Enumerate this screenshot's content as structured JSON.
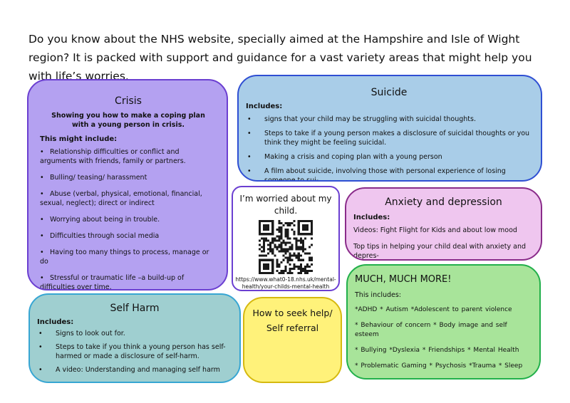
{
  "intro": "Do you know about the NHS website, specially aimed at  the Hampshire and Isle of Wight region? It is packed with support and guidance for a vast variety  areas that might help  you with life’s worries.",
  "crisis": {
    "title": "Crisis",
    "subtitle": "Showing you how to make a coping plan with a young person in crisis.",
    "includes_label": "This might include:",
    "items": [
      "Relationship difficulties or conflict and arguments with friends, family or partners.",
      "Bulling/ teasing/ harassment",
      "Abuse (verbal, physical, emotional, financial, sexual, neglect); direct or indirect",
      "Worrying about being in trouble.",
      "Difficulties through social media",
      "Having too many things to process, manage or do",
      "Stressful or traumatic life –a build-up of difficulties over time."
    ],
    "color": "#b4a1f1"
  },
  "suicide": {
    "title": "Suicide",
    "includes_label": "Includes:",
    "items": [
      " signs that your child may be struggling with suicidal thoughts.",
      "Steps to take if a young person makes a disclosure of suicidal thoughts or you think they might be feeling suicidal.",
      "Making a crisis and coping plan with a young person",
      "A film about suicide, involving those with personal experience of losing someone to sui-"
    ],
    "color": "#a9cde8"
  },
  "qr": {
    "title": "I’m worried about my child.",
    "url": "https://www.what0-18.nhs.uk/mental-health/your-childs-mental-health",
    "icon": "qr-code-icon"
  },
  "anxiety": {
    "title": "Anxiety and depression",
    "includes_label": "Includes:",
    "lines": [
      "Videos: Fight Flight for Kids  and about low mood",
      "Top tips in helping your child deal with anxiety and depres-"
    ],
    "color": "#efc6ef"
  },
  "selfharm": {
    "title": "Self Harm",
    "includes_label": "Includes:",
    "items": [
      "Signs to look out for.",
      "Steps to take if you think a young person has self-harmed or made a disclosure of self-harm.",
      "A video: Understanding and managing self harm"
    ],
    "color": "#9fcfd0"
  },
  "seekhelp": {
    "line1": "How to seek help/",
    "line2": "Self referral",
    "color": "#fff27a"
  },
  "more": {
    "title": "MUCH, MUCH MORE!",
    "includes_label": "This includes:",
    "rows": [
      "*ADHD       * Autism    *Adolescent to parent violence",
      "* Behaviour of concern  * Body image and self esteem",
      "* Bullying  *Dyslexia    * Friendships  * Mental Health",
      "* Problematic Gaming   *  Psychosis   *Trauma  * Sleep"
    ],
    "color": "#a8e49a"
  }
}
